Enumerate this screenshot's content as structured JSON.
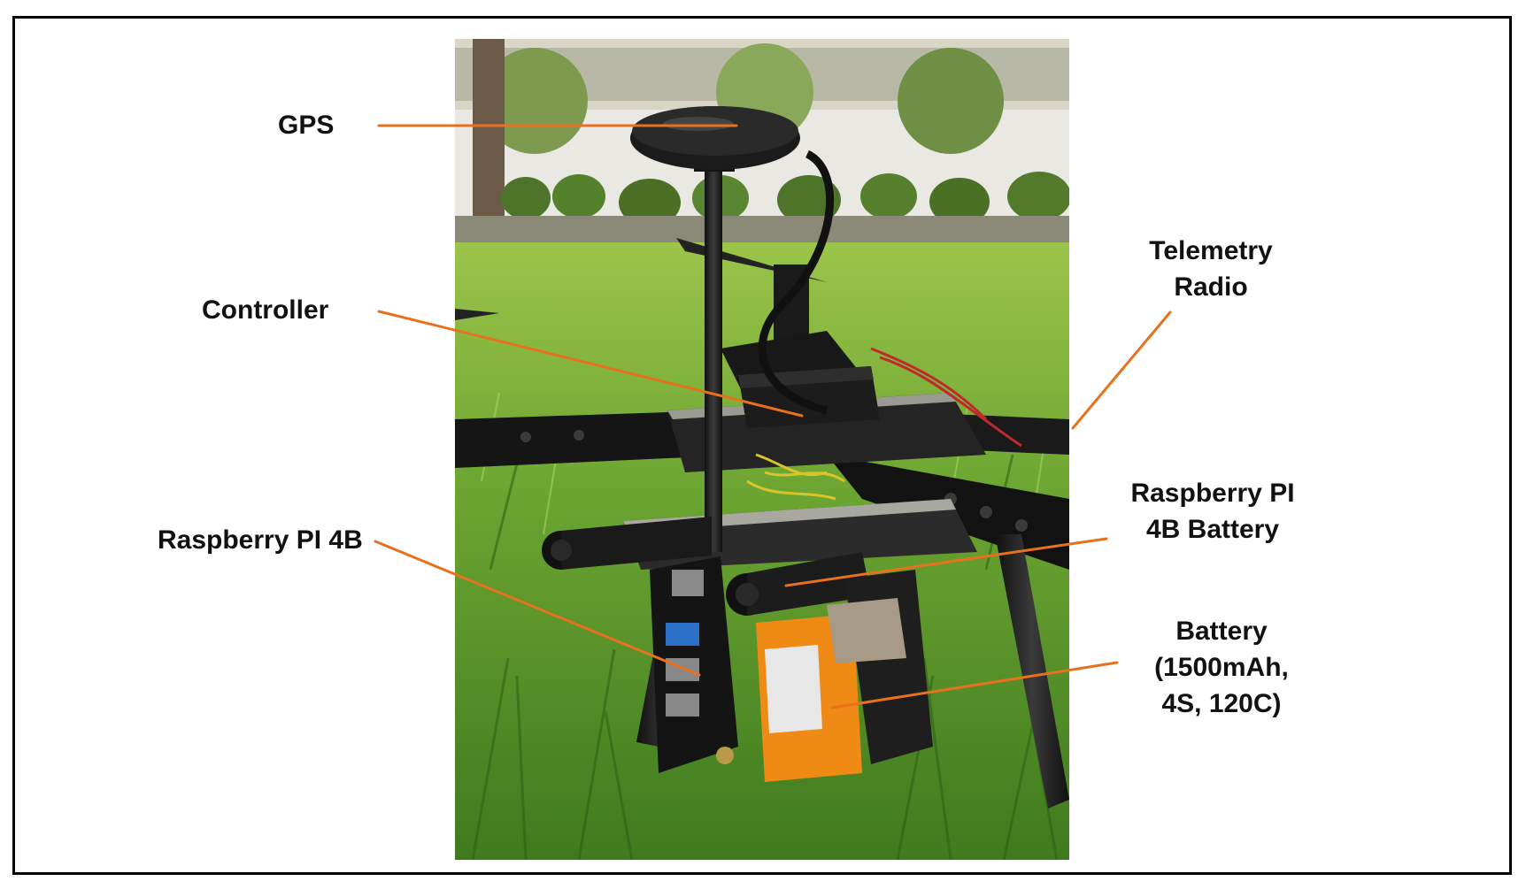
{
  "labels": {
    "gps": "GPS",
    "controller": "Controller",
    "raspberry_pi": "Raspberry PI 4B",
    "telemetry_line1": "Telemetry",
    "telemetry_line2": "Radio",
    "pi_battery_line1": "Raspberry PI",
    "pi_battery_line2": "4B Battery",
    "battery_line1": "Battery",
    "battery_line2": "(1500mAh,",
    "battery_line3": "4S, 120C)"
  },
  "colors": {
    "leader_line": "#e8711f",
    "frame_border": "#000000",
    "label_text": "#111111"
  }
}
